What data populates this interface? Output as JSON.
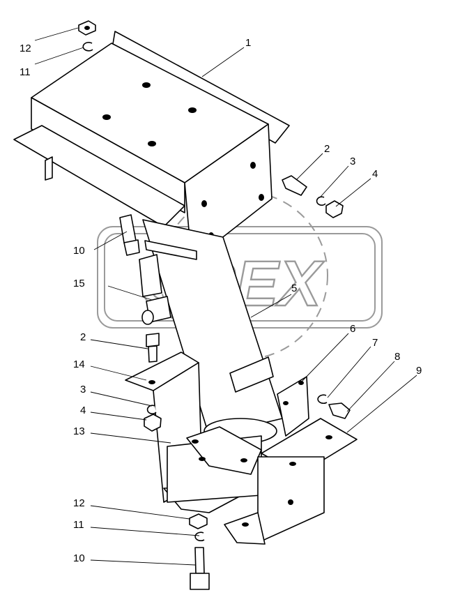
{
  "watermark": {
    "text": "OREX"
  },
  "callouts": [
    {
      "id": "c1",
      "label": "1"
    },
    {
      "id": "c2a",
      "label": "2"
    },
    {
      "id": "c3a",
      "label": "3"
    },
    {
      "id": "c4a",
      "label": "4"
    },
    {
      "id": "c12a",
      "label": "12"
    },
    {
      "id": "c11a",
      "label": "11"
    },
    {
      "id": "c10a",
      "label": "10"
    },
    {
      "id": "c15",
      "label": "15"
    },
    {
      "id": "c5",
      "label": "5"
    },
    {
      "id": "c6",
      "label": "6"
    },
    {
      "id": "c7",
      "label": "7"
    },
    {
      "id": "c8",
      "label": "8"
    },
    {
      "id": "c9",
      "label": "9"
    },
    {
      "id": "c2b",
      "label": "2"
    },
    {
      "id": "c14",
      "label": "14"
    },
    {
      "id": "c3b",
      "label": "3"
    },
    {
      "id": "c4b",
      "label": "4"
    },
    {
      "id": "c13",
      "label": "13"
    },
    {
      "id": "c12b",
      "label": "12"
    },
    {
      "id": "c11b",
      "label": "11"
    },
    {
      "id": "c10b",
      "label": "10"
    }
  ]
}
